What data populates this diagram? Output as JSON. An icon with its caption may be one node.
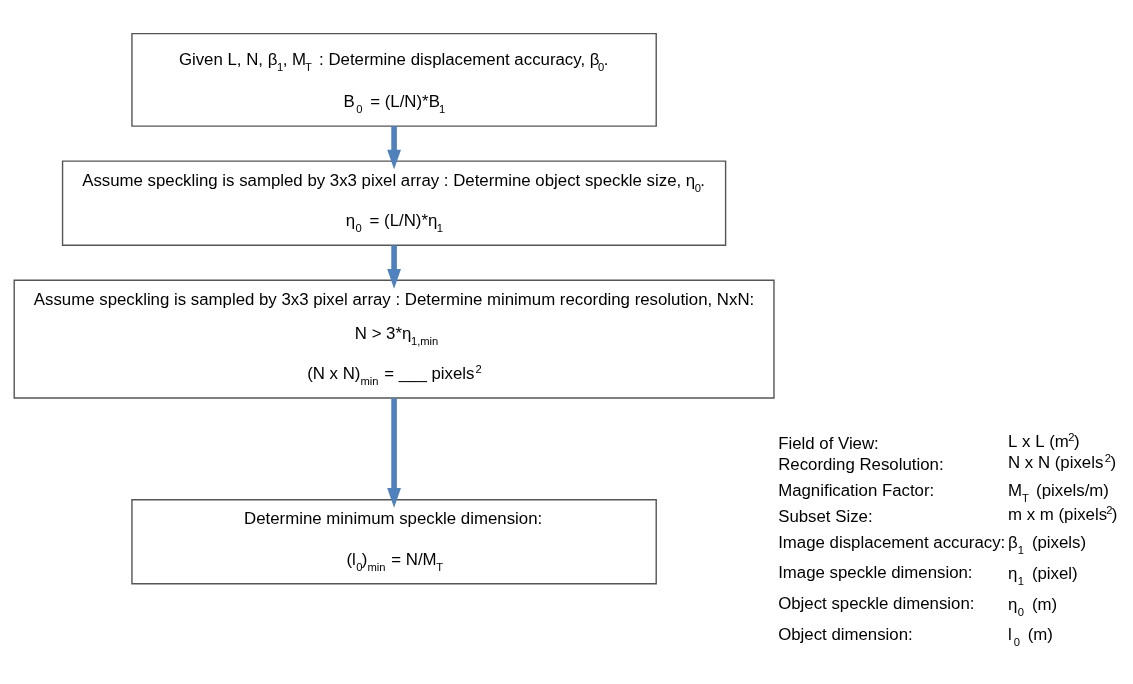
{
  "diagram": {
    "nodes": [
      {
        "text": [
          "Given L, N, β$_{1}$, M$_{T}$ : Determine displacement accuracy, β$_{0}$.",
          "B$_{0}$ = (L/N)*B$_{1}$"
        ]
      },
      {
        "text": [
          "Assume speckling is sampled by 3x3 pixel array : Determine object speckle size, η$_{0}$.",
          "η$_{0}$ = (L/N)*η$_{1}$"
        ]
      },
      {
        "text": [
          "Assume speckling is sampled by 3x3 pixel array : Determine minimum recording resolution, NxN:",
          "N > 3*η$_{1,min}$",
          "(N x N)$_{min}$ = ___ pixels$^{2}$"
        ]
      },
      {
        "text": [
          "Determine minimum speckle dimension:",
          "(l$_{0}$)$_{min}$ = N/M$_{T}$"
        ]
      }
    ],
    "edges": [
      {
        "from": 0,
        "to": 1,
        "arrow": "to"
      },
      {
        "from": 1,
        "to": 2,
        "arrow": "to"
      },
      {
        "from": 2,
        "to": 3,
        "arrow": "to"
      }
    ],
    "labels": [
      "Field of View:",
      "L x L (m$^{2}$)",
      "Recording Resolution:",
      "N x N (pixels$^{2}$)",
      "Magnification Factor:",
      "M$_{T}$ (pixels/m)",
      "Subset Size:",
      "m x m (pixels$^{2}$)",
      "Image displacement accuracy:",
      "β$_{1}$ (pixels)",
      "Image speckle dimension:",
      "η$_{1}$ (pixel)",
      "Object speckle dimension:",
      "η$_{0}$ (m)",
      "Object dimension:",
      "l$_{0}$ (m)"
    ]
  }
}
